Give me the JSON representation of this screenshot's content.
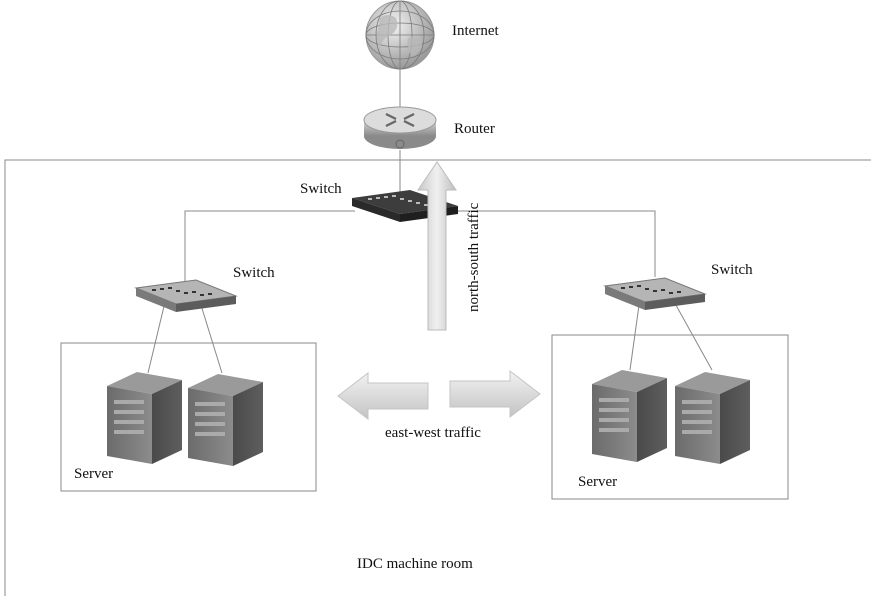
{
  "labels": {
    "internet": "Internet",
    "router": "Router",
    "core_switch": "Switch",
    "left_switch": "Switch",
    "right_switch": "Switch",
    "left_server": "Server",
    "right_server": "Server",
    "north_south": "north-south traffic",
    "east_west": "east-west traffic",
    "room": "IDC machine room"
  }
}
